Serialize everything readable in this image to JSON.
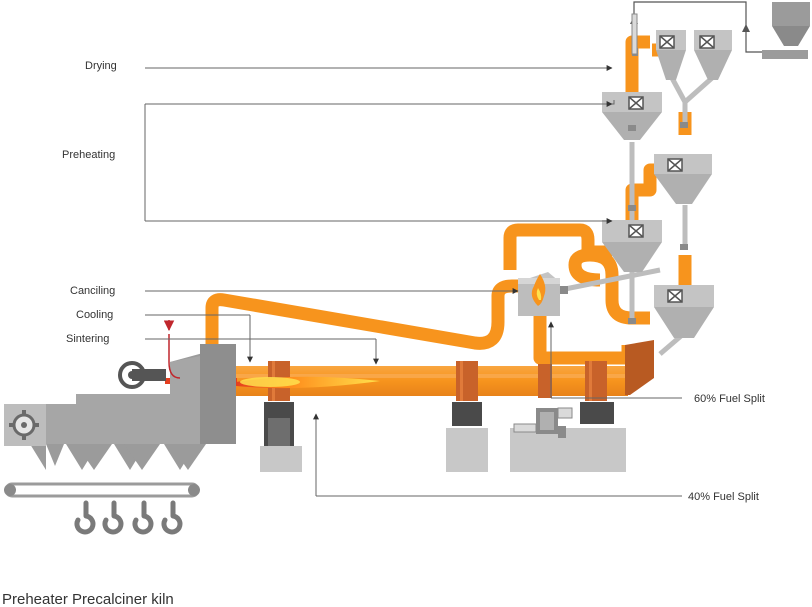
{
  "title": "Preheater Precalciner kiln",
  "labels": {
    "drying": "Drying",
    "preheating": "Preheating",
    "canciling": "Canciling",
    "cooling": "Cooling",
    "sintering": "Sintering",
    "fuel_split_60": "60% Fuel Split",
    "fuel_split_40": "40% Fuel Split"
  },
  "colors": {
    "duct": "#F7941D",
    "duct_dark": "#E07A10",
    "rust": "#C8622A",
    "equipment_gray": "#9B9B9B",
    "light_gray": "#C8C8C8",
    "dark_gray": "#555555",
    "flame_red": "#E53E1F",
    "flame_yellow": "#FFE14D",
    "accent_red": "#C0272D"
  },
  "icons": {
    "cyclone": "cyclone-separator-icon",
    "calciner_flame": "flame-icon",
    "cooler_fan": "fan-icon",
    "feed_hopper": "hopper-icon",
    "burner": "burner-icon"
  }
}
